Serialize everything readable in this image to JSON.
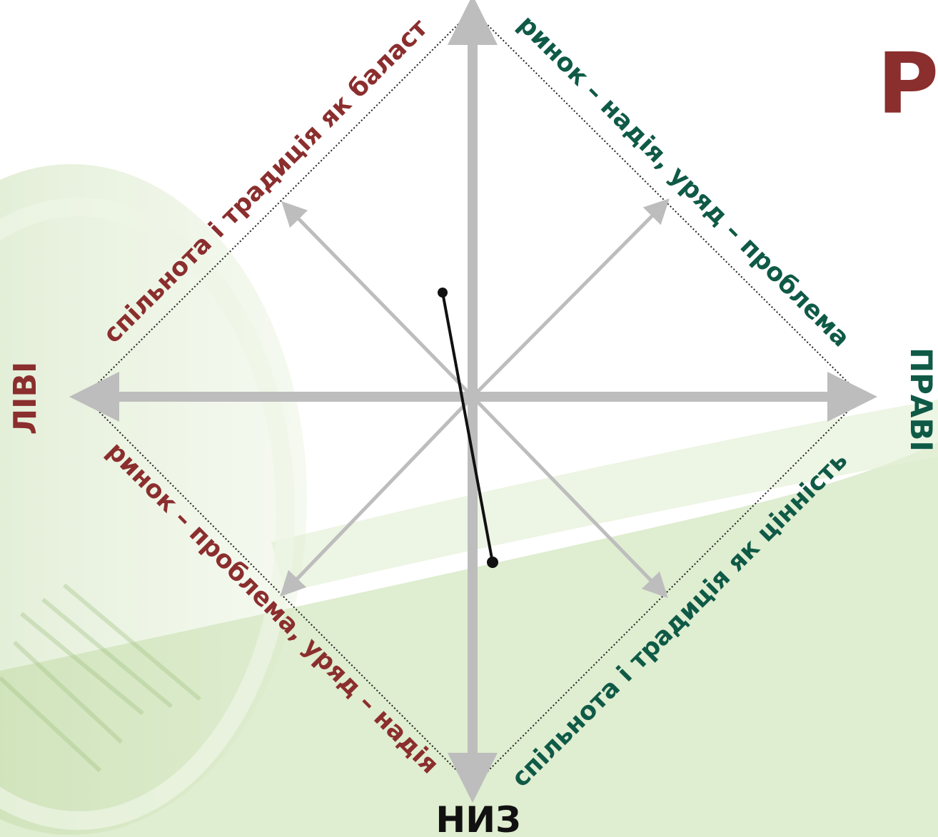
{
  "colors": {
    "left_red": "#8b2e2e",
    "right_green": "#0f5a47",
    "axis_gray": "#bdbdbd",
    "bottom_black": "#111111",
    "background_green": "#cfe4b8"
  },
  "axes": {
    "left": "ЛІВІ",
    "right": "ПРАВІ",
    "bottom": "НИЗ"
  },
  "corner_letter": "Р",
  "edges": {
    "top_left": "спільнота і традиція як баласт",
    "top_right": "ринок – надія, уряд – проблема",
    "bottom_left": "ринок – проблема, уряд – надія",
    "bottom_right": "спільнота і традиція як цінність"
  }
}
